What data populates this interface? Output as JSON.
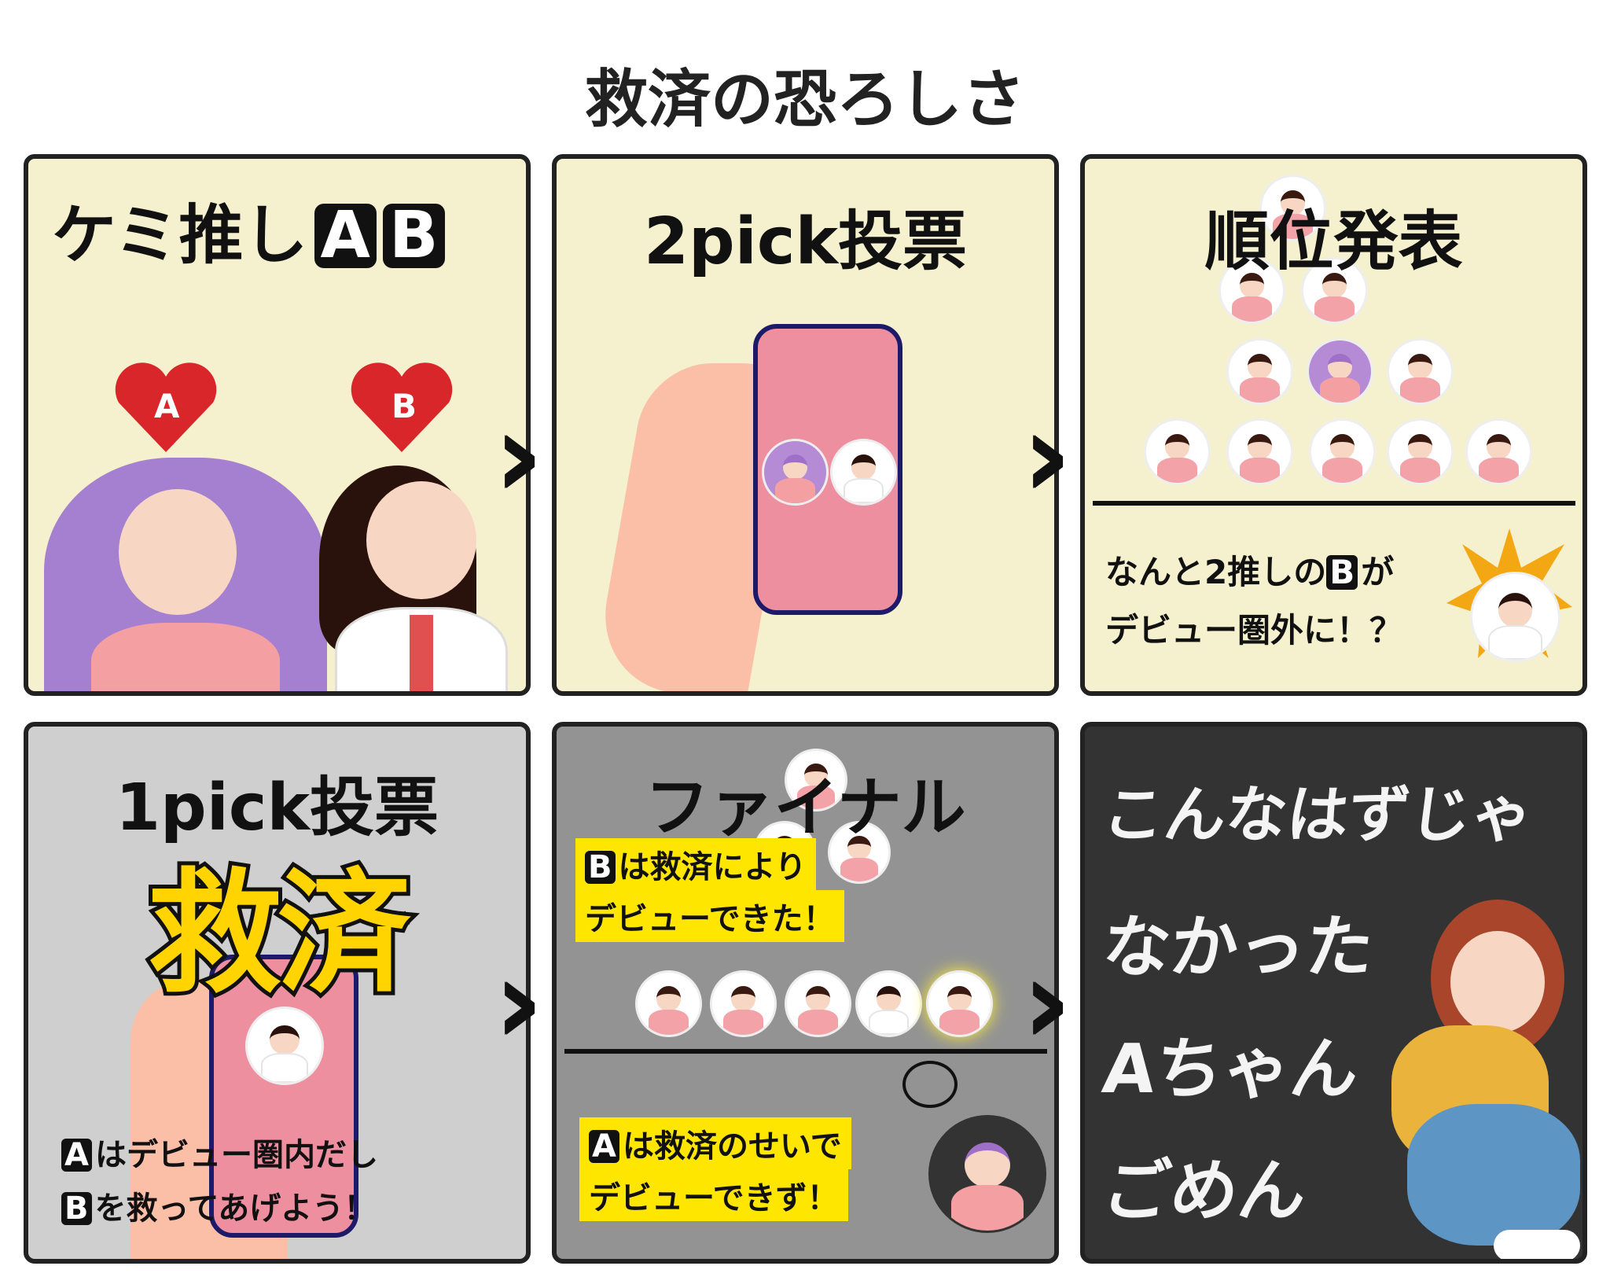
{
  "title": "救済の恐ろしさ",
  "panels": [
    {
      "title": "ケミ推し",
      "badges": [
        "A",
        "B"
      ],
      "hearts": [
        "A",
        "B"
      ]
    },
    {
      "title": "2pick投票"
    },
    {
      "title": "順位発表",
      "caption": {
        "line1_pre": "なんと2推しの",
        "badge": "B",
        "line1_post": "が",
        "line2": "デビュー圏外に！？"
      }
    },
    {
      "title": "1pick投票",
      "big": "救済",
      "caption": [
        {
          "badge": "A",
          "text": "はデビュー圏内だし"
        },
        {
          "badge": "B",
          "text": "を救ってあげよう！"
        }
      ]
    },
    {
      "title": "ファイナル",
      "box1": {
        "badge": "B",
        "line1": "は救済により",
        "line2": "デビューできた！"
      },
      "box2": {
        "badge": "A",
        "line1": "は救済のせいで",
        "line2": "デビューできず！"
      }
    },
    {
      "lines": [
        "こんなはずじゃ",
        "なかった",
        "Aちゃん",
        "ごめん"
      ]
    }
  ],
  "colors": {
    "cream": "#f5f0cd",
    "yellow": "#ffe600",
    "heart": "#d9262a",
    "dark": "#333333",
    "phone": "#ee8fa0"
  }
}
